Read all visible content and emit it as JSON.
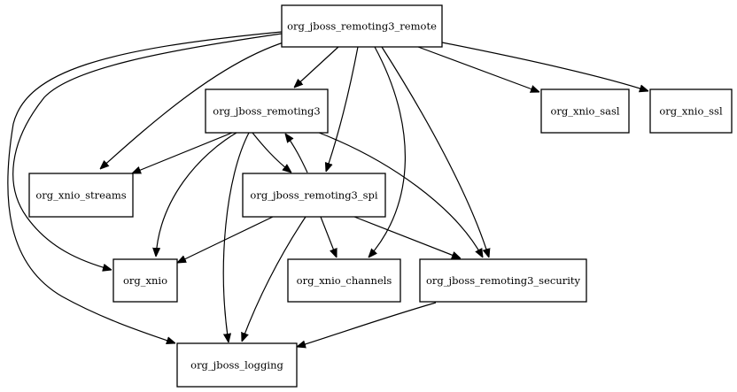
{
  "nodes": {
    "remote": "org_jboss_remoting3_remote",
    "remoting3": "org_jboss_remoting3",
    "sasl": "org_xnio_sasl",
    "ssl": "org_xnio_ssl",
    "streams": "org_xnio_streams",
    "spi": "org_jboss_remoting3_spi",
    "xnio": "org_xnio",
    "channels": "org_xnio_channels",
    "security": "org_jboss_remoting3_security",
    "logging": "org_jboss_logging"
  },
  "edges": [
    {
      "from": "remote",
      "to": "remoting3"
    },
    {
      "from": "remote",
      "to": "sasl"
    },
    {
      "from": "remote",
      "to": "ssl"
    },
    {
      "from": "remote",
      "to": "streams"
    },
    {
      "from": "remote",
      "to": "spi"
    },
    {
      "from": "remote",
      "to": "channels"
    },
    {
      "from": "remote",
      "to": "security"
    },
    {
      "from": "remote",
      "to": "xnio"
    },
    {
      "from": "remote",
      "to": "logging"
    },
    {
      "from": "remoting3",
      "to": "streams"
    },
    {
      "from": "remoting3",
      "to": "spi"
    },
    {
      "from": "remoting3",
      "to": "xnio"
    },
    {
      "from": "remoting3",
      "to": "logging"
    },
    {
      "from": "remoting3",
      "to": "security"
    },
    {
      "from": "spi",
      "to": "remoting3"
    },
    {
      "from": "spi",
      "to": "xnio"
    },
    {
      "from": "spi",
      "to": "channels"
    },
    {
      "from": "spi",
      "to": "security"
    },
    {
      "from": "spi",
      "to": "logging"
    },
    {
      "from": "security",
      "to": "logging"
    }
  ]
}
